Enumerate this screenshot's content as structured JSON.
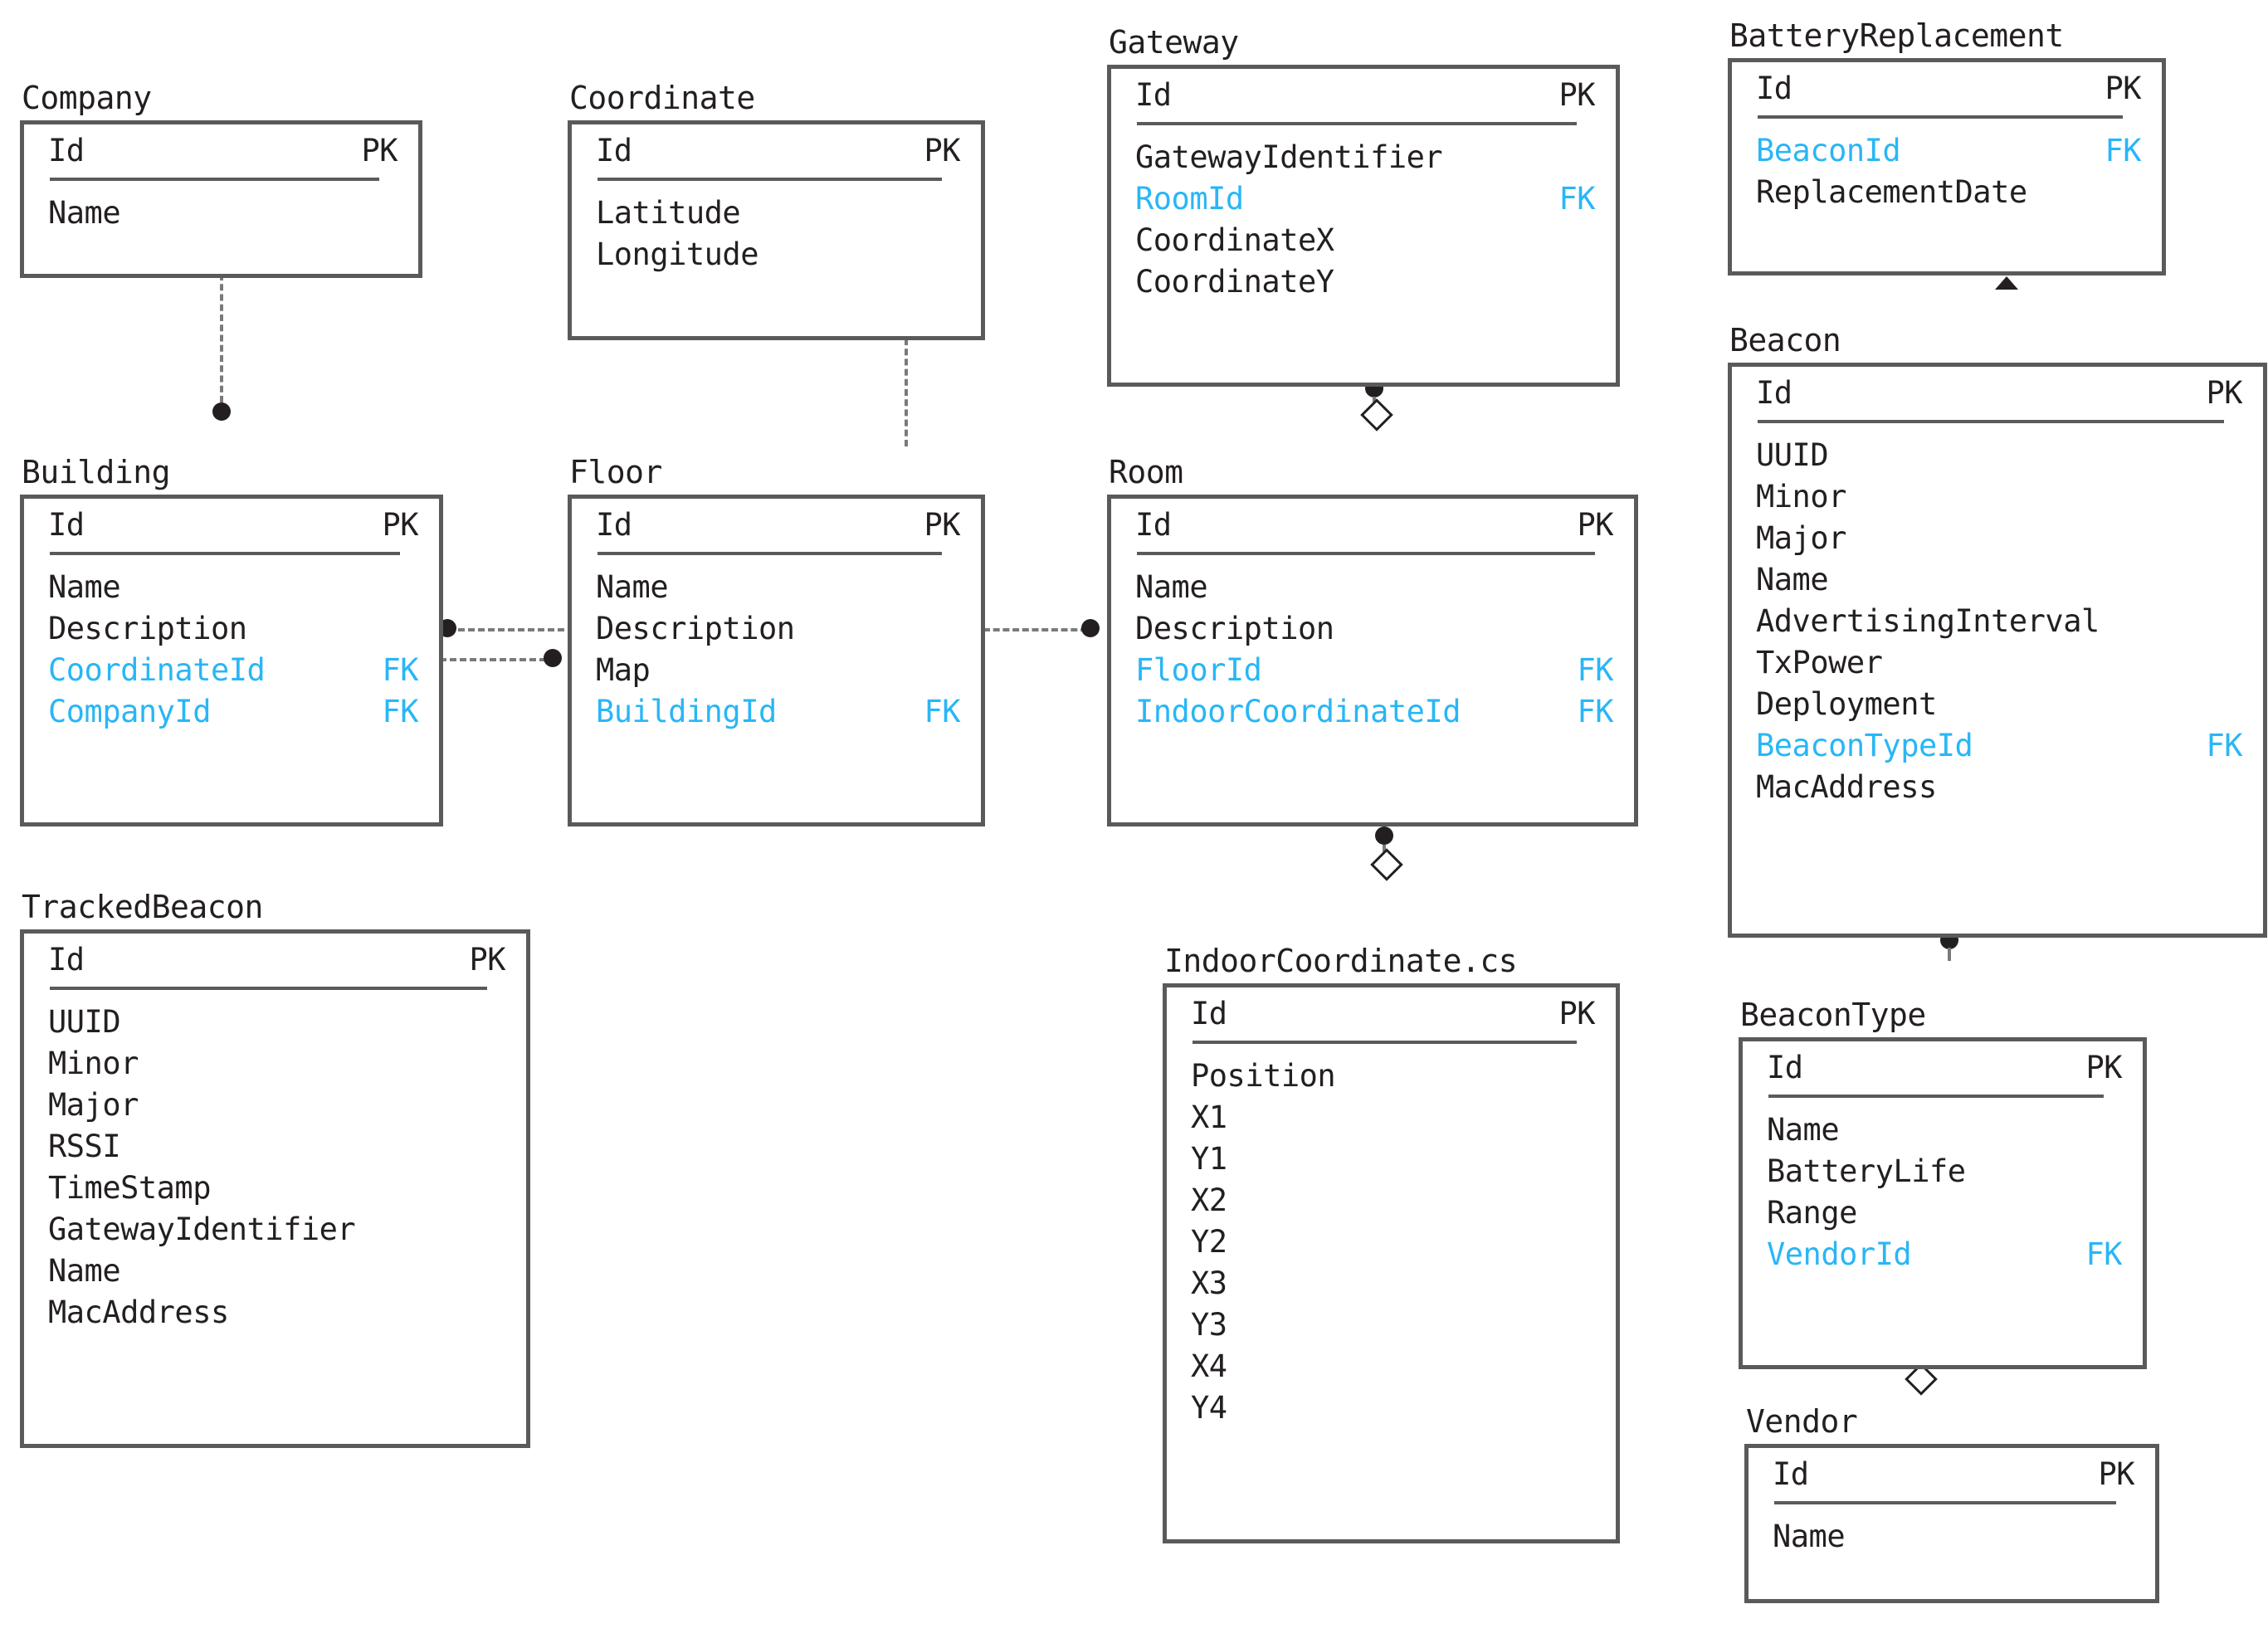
{
  "diagram": {
    "type": "entity-relationship-diagram",
    "key_labels": {
      "pk": "PK",
      "fk": "FK"
    },
    "colors": {
      "fk_text": "#29b6f6",
      "entity_border": "#5a5a5a",
      "text": "#231f20",
      "connector": "#7a7a7a"
    },
    "entities": [
      {
        "id": "company",
        "title": "Company",
        "pk": {
          "name": "Id",
          "key": "PK"
        },
        "attributes": [
          {
            "name": "Name",
            "key": ""
          }
        ]
      },
      {
        "id": "coordinate",
        "title": "Coordinate",
        "pk": {
          "name": "Id",
          "key": "PK"
        },
        "attributes": [
          {
            "name": "Latitude",
            "key": ""
          },
          {
            "name": "Longitude",
            "key": ""
          }
        ]
      },
      {
        "id": "gateway",
        "title": "Gateway",
        "pk": {
          "name": "Id",
          "key": "PK"
        },
        "attributes": [
          {
            "name": "GatewayIdentifier",
            "key": ""
          },
          {
            "name": "RoomId",
            "key": "FK"
          },
          {
            "name": "CoordinateX",
            "key": ""
          },
          {
            "name": "CoordinateY",
            "key": ""
          }
        ]
      },
      {
        "id": "batteryreplacement",
        "title": "BatteryReplacement",
        "pk": {
          "name": "Id",
          "key": "PK"
        },
        "attributes": [
          {
            "name": "BeaconId",
            "key": "FK"
          },
          {
            "name": "ReplacementDate",
            "key": ""
          }
        ]
      },
      {
        "id": "building",
        "title": "Building",
        "pk": {
          "name": "Id",
          "key": "PK"
        },
        "attributes": [
          {
            "name": "Name",
            "key": ""
          },
          {
            "name": "Description",
            "key": ""
          },
          {
            "name": "CoordinateId",
            "key": "FK"
          },
          {
            "name": "CompanyId",
            "key": "FK"
          }
        ]
      },
      {
        "id": "floor",
        "title": "Floor",
        "pk": {
          "name": "Id",
          "key": "PK"
        },
        "attributes": [
          {
            "name": "Name",
            "key": ""
          },
          {
            "name": "Description",
            "key": ""
          },
          {
            "name": "Map",
            "key": ""
          },
          {
            "name": "BuildingId",
            "key": "FK"
          }
        ]
      },
      {
        "id": "room",
        "title": "Room",
        "pk": {
          "name": "Id",
          "key": "PK"
        },
        "attributes": [
          {
            "name": "Name",
            "key": ""
          },
          {
            "name": "Description",
            "key": ""
          },
          {
            "name": "FloorId",
            "key": "FK"
          },
          {
            "name": "IndoorCoordinateId",
            "key": "FK"
          }
        ]
      },
      {
        "id": "beacon",
        "title": "Beacon",
        "pk": {
          "name": "Id",
          "key": "PK"
        },
        "attributes": [
          {
            "name": "UUID",
            "key": ""
          },
          {
            "name": "Minor",
            "key": ""
          },
          {
            "name": "Major",
            "key": ""
          },
          {
            "name": "Name",
            "key": ""
          },
          {
            "name": "AdvertisingInterval",
            "key": ""
          },
          {
            "name": "TxPower",
            "key": ""
          },
          {
            "name": "Deployment",
            "key": ""
          },
          {
            "name": "BeaconTypeId",
            "key": "FK"
          },
          {
            "name": "MacAddress",
            "key": ""
          }
        ]
      },
      {
        "id": "trackedbeacon",
        "title": "TrackedBeacon",
        "pk": {
          "name": "Id",
          "key": "PK"
        },
        "attributes": [
          {
            "name": "UUID",
            "key": ""
          },
          {
            "name": "Minor",
            "key": ""
          },
          {
            "name": "Major",
            "key": ""
          },
          {
            "name": "RSSI",
            "key": ""
          },
          {
            "name": "TimeStamp",
            "key": ""
          },
          {
            "name": "GatewayIdentifier",
            "key": ""
          },
          {
            "name": "Name",
            "key": ""
          },
          {
            "name": "MacAddress",
            "key": ""
          }
        ]
      },
      {
        "id": "indoorcoordinate",
        "title": "IndoorCoordinate.cs",
        "pk": {
          "name": "Id",
          "key": "PK"
        },
        "attributes": [
          {
            "name": "Position",
            "key": ""
          },
          {
            "name": "X1",
            "key": ""
          },
          {
            "name": "Y1",
            "key": ""
          },
          {
            "name": "X2",
            "key": ""
          },
          {
            "name": "Y2",
            "key": ""
          },
          {
            "name": "X3",
            "key": ""
          },
          {
            "name": "Y3",
            "key": ""
          },
          {
            "name": "X4",
            "key": ""
          },
          {
            "name": "Y4",
            "key": ""
          }
        ]
      },
      {
        "id": "beacontype",
        "title": "BeaconType",
        "pk": {
          "name": "Id",
          "key": "PK"
        },
        "attributes": [
          {
            "name": "Name",
            "key": ""
          },
          {
            "name": "BatteryLife",
            "key": ""
          },
          {
            "name": "Range",
            "key": ""
          },
          {
            "name": "VendorId",
            "key": "FK"
          }
        ]
      },
      {
        "id": "vendor",
        "title": "Vendor",
        "pk": {
          "name": "Id",
          "key": "PK"
        },
        "attributes": [
          {
            "name": "Name",
            "key": ""
          }
        ]
      }
    ],
    "relationships": [
      {
        "from": "company",
        "to": "building",
        "style": "dashed",
        "from_marker": "none",
        "to_marker": "filled-dot"
      },
      {
        "from": "coordinate",
        "to": "floor",
        "style": "dashed",
        "from_marker": "none",
        "to_marker": "none"
      },
      {
        "from": "building",
        "to": "floor",
        "style": "dashed",
        "from_marker": "filled-dot",
        "to_marker": "none"
      },
      {
        "from": "floor",
        "to": "building",
        "style": "dashed",
        "from_marker": "none",
        "to_marker": "filled-dot"
      },
      {
        "from": "floor",
        "to": "room",
        "style": "dashed",
        "from_marker": "none",
        "to_marker": "filled-dot"
      },
      {
        "from": "gateway",
        "to": "room",
        "style": "solid",
        "from_marker": "filled-dot",
        "to_marker": "open-diamond"
      },
      {
        "from": "room",
        "to": "indoorcoordinate",
        "style": "solid",
        "from_marker": "filled-dot",
        "to_marker": "open-diamond"
      },
      {
        "from": "batteryreplacement",
        "to": "beacon",
        "style": "solid",
        "from_marker": "filled-triangle",
        "to_marker": "none"
      },
      {
        "from": "beacon",
        "to": "beacontype",
        "style": "solid",
        "from_marker": "filled-dot",
        "to_marker": "none"
      },
      {
        "from": "beacontype",
        "to": "vendor",
        "style": "solid",
        "from_marker": "open-diamond",
        "to_marker": "none"
      }
    ]
  }
}
